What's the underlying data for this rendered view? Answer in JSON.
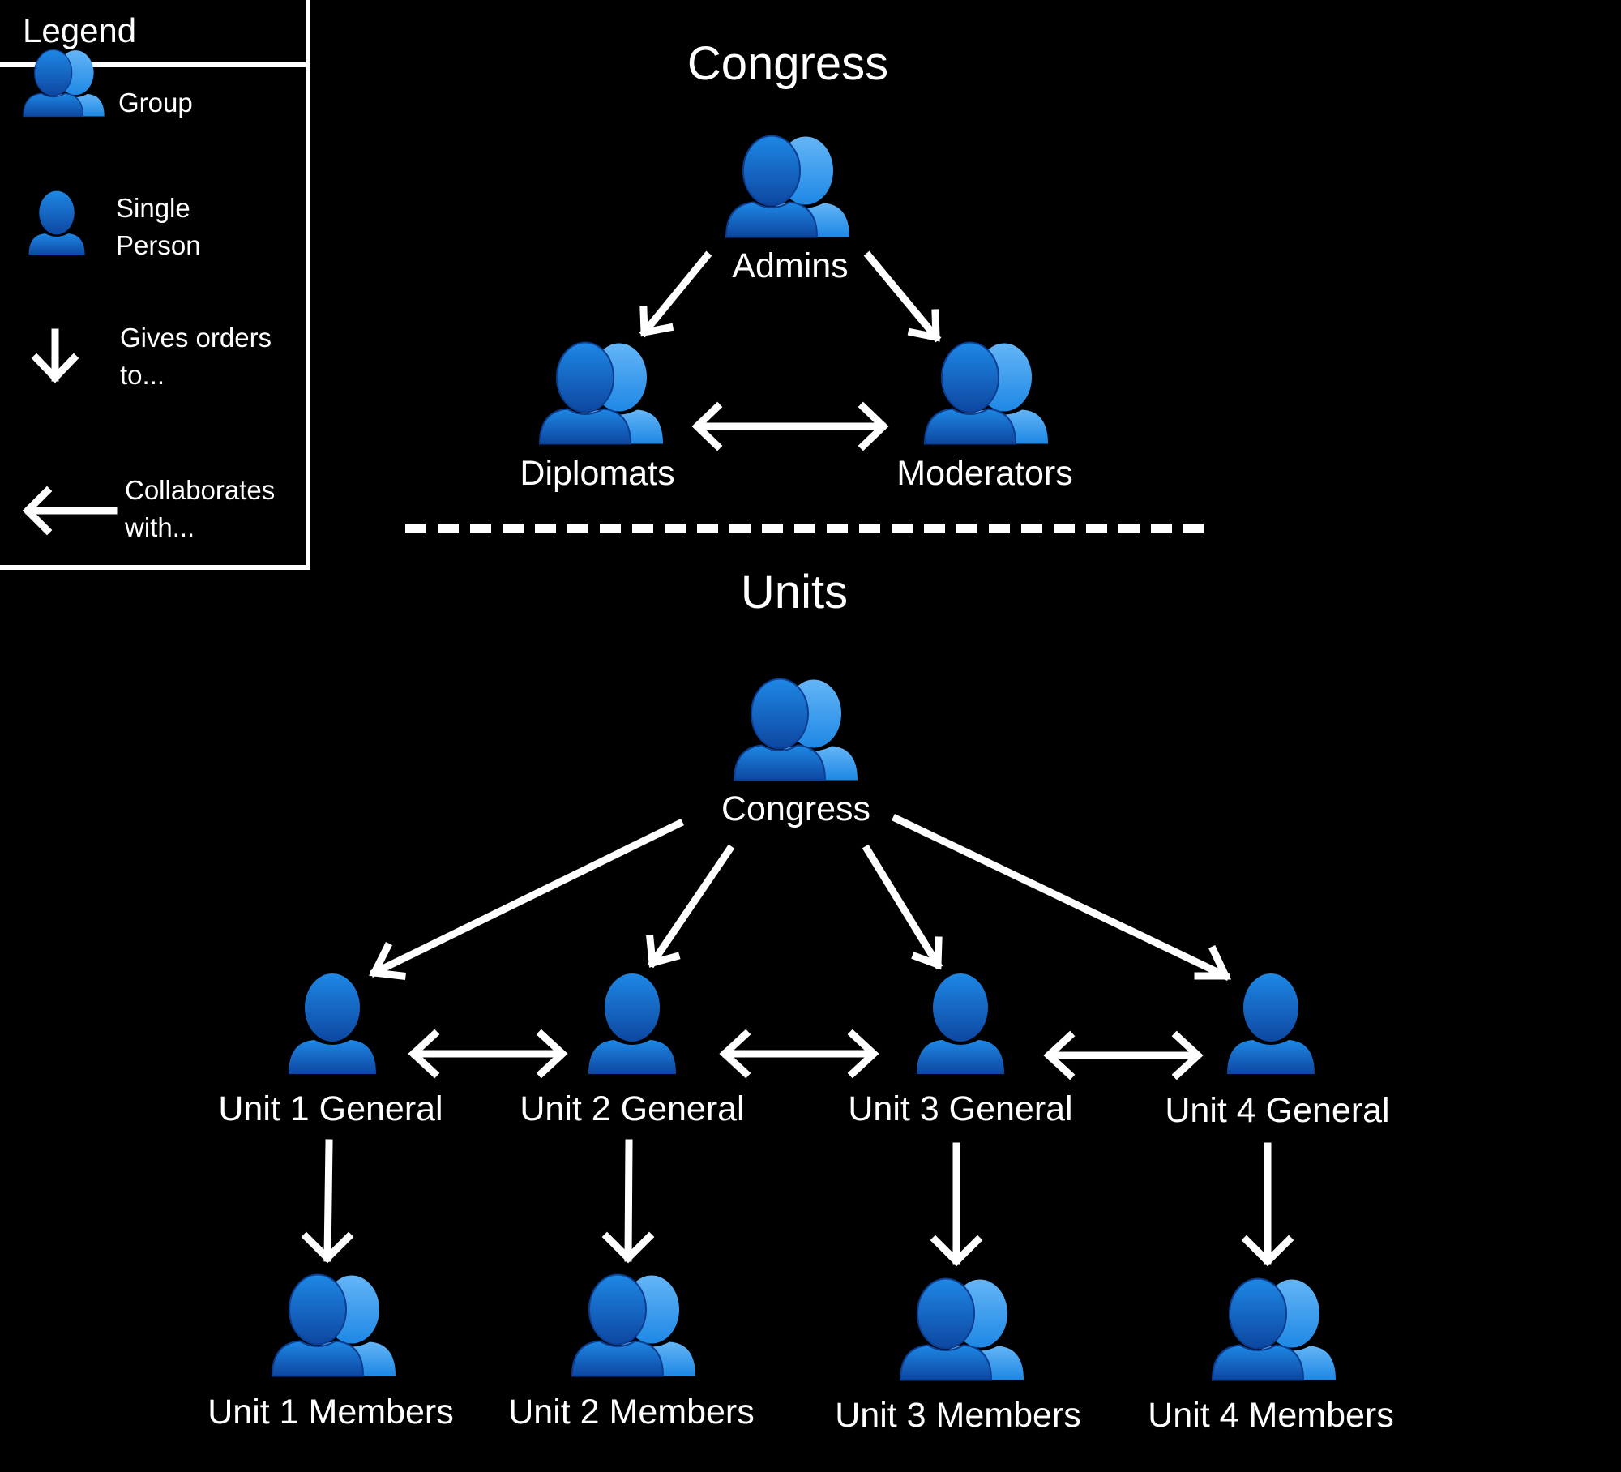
{
  "colors": {
    "background": "#000000",
    "foreground": "#ffffff",
    "person_front": "#1565c0",
    "person_front_light": "#1e88e5",
    "person_back": "#42a5f5",
    "person_back_light": "#64b5f6"
  },
  "legend": {
    "title": "Legend",
    "items": [
      {
        "icon": "group-icon",
        "lines": [
          "Group"
        ]
      },
      {
        "icon": "person-icon",
        "lines": [
          "Single",
          "Person"
        ]
      },
      {
        "icon": "down-arrow-icon",
        "lines": [
          "Gives orders",
          "to..."
        ]
      },
      {
        "icon": "double-arrow-icon",
        "lines": [
          "Collaborates",
          "with..."
        ]
      }
    ]
  },
  "congress": {
    "title": "Congress",
    "nodes": {
      "admins": "Admins",
      "diplomats": "Diplomats",
      "moderators": "Moderators"
    }
  },
  "units": {
    "title": "Units",
    "congress_node": "Congress",
    "generals": [
      "Unit 1 General",
      "Unit 2 General",
      "Unit 3 General",
      "Unit 4 General"
    ],
    "members": [
      "Unit 1 Members",
      "Unit 2 Members",
      "Unit 3 Members",
      "Unit 4 Members"
    ]
  }
}
